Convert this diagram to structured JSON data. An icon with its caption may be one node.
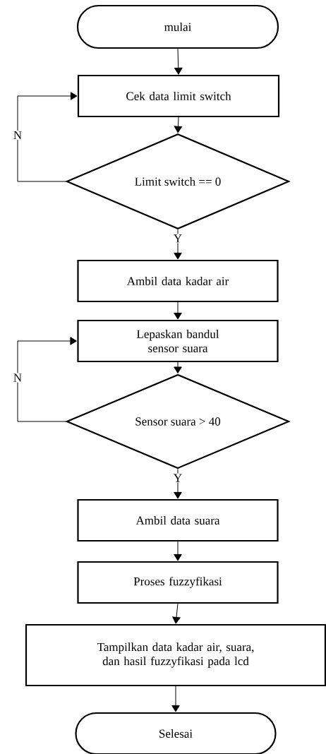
{
  "diagram": {
    "nodes": [
      {
        "text": [
          "mulai"
        ]
      },
      {
        "text": [
          "Cek data limit switch"
        ]
      },
      {
        "text": [
          "Limit switch == 0"
        ]
      },
      {
        "text": [
          "Ambil data kadar air"
        ]
      },
      {
        "text": [
          "Lepaskan bandul sensor suara"
        ]
      },
      {
        "text": [
          "Sensor suara > 40"
        ]
      },
      {
        "text": [
          "Ambil data suara"
        ]
      },
      {
        "text": [
          "Proses fuzzyfikasi"
        ]
      },
      {
        "text": [
          "Tampilkan data kadar air, suara, dan hasil fuzzyfikasi pada lcd"
        ]
      },
      {
        "text": [
          "Selesai"
        ]
      }
    ],
    "edges": [
      {
        "from": 0,
        "to": 1,
        "arrow": "to"
      },
      {
        "from": 1,
        "to": 2,
        "arrow": "to"
      },
      {
        "from": 2,
        "to": 1,
        "arrow": "to",
        "label": "N"
      },
      {
        "from": 2,
        "to": 3,
        "arrow": "to",
        "label": "Y"
      },
      {
        "from": 3,
        "to": 4,
        "arrow": "to"
      },
      {
        "from": 4,
        "to": 5,
        "arrow": "to"
      },
      {
        "from": 5,
        "to": 4,
        "arrow": "to",
        "label": "N"
      },
      {
        "from": 5,
        "to": 6,
        "arrow": "to",
        "label": "Y"
      },
      {
        "from": 6,
        "to": 7,
        "arrow": "to"
      },
      {
        "from": 7,
        "to": 8,
        "arrow": "to"
      },
      {
        "from": 8,
        "to": 9,
        "arrow": "to"
      }
    ]
  }
}
